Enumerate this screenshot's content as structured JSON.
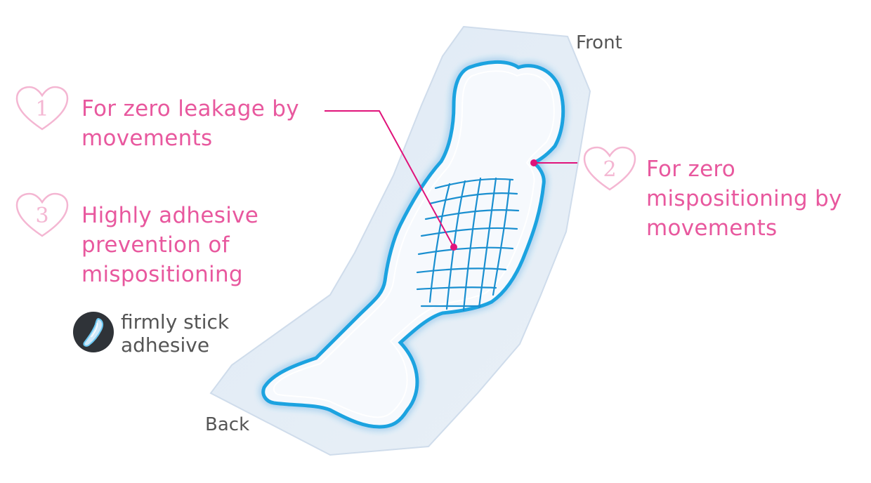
{
  "labels": {
    "front": "Front",
    "back": "Back"
  },
  "features": [
    {
      "number": "1",
      "lines": [
        "For zero leakage by",
        "movements"
      ]
    },
    {
      "number": "2",
      "lines": [
        "For zero",
        "mispositioning by",
        "movements"
      ]
    },
    {
      "number": "3",
      "lines": [
        "Highly adhesive",
        "prevention of",
        "mispositioning"
      ]
    }
  ],
  "adhesive_note": {
    "lines": [
      "firmly stick",
      "adhesive"
    ],
    "icon": "pad-adhesive-icon"
  },
  "colors": {
    "accent_pink": "#e8589e",
    "heart_outline": "#f4b6d2",
    "pad_glow": "#1aa3e0",
    "pad_fill": "#eef4fa",
    "text_grey": "#555555",
    "icon_bg": "#2f3338"
  }
}
